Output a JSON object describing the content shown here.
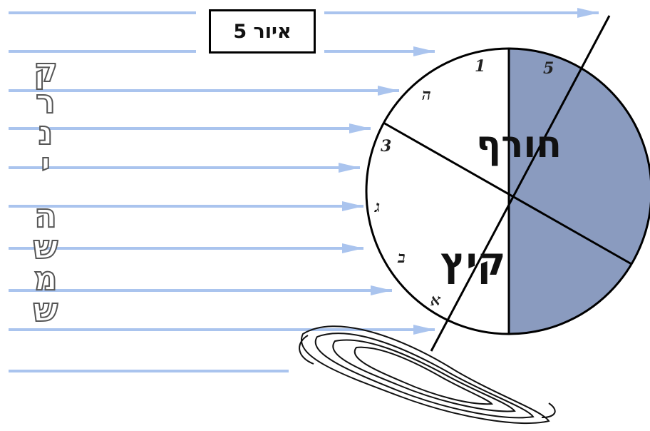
{
  "figure_label": "איור 5",
  "sun_rays_label": "קרני השמש",
  "seasons": {
    "winter": "חורף",
    "summer": "קיץ"
  },
  "latitude_marks": [
    "1",
    "ה",
    "3",
    "ג",
    "ב",
    "א",
    "5"
  ],
  "colors": {
    "ray": "#aac4ee",
    "night_side": "#8a9bbf",
    "outline": "#000000"
  }
}
